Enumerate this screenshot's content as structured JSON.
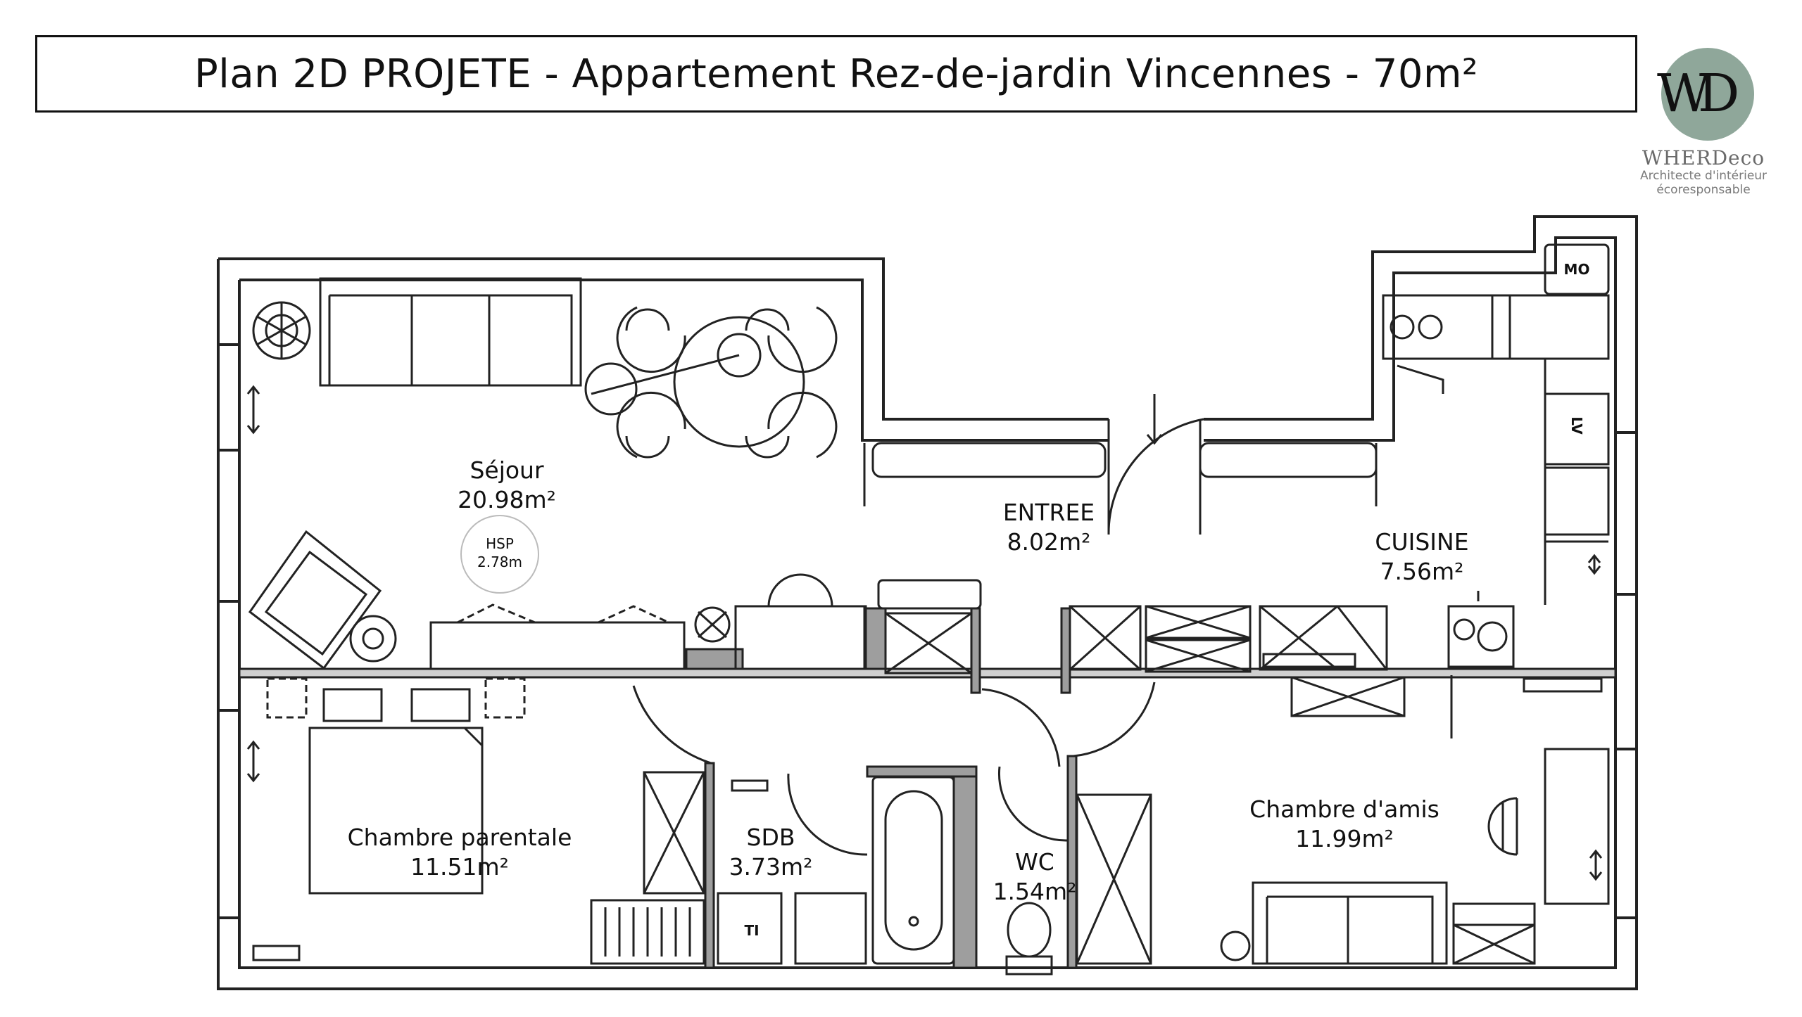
{
  "title": "Plan 2D PROJETE - Appartement Rez-de-jardin Vincennes - 70m²",
  "logo": {
    "brand": "WHERDeco",
    "tagline_line1": "Architecte d'intérieur",
    "tagline_line2": "écoresponsable",
    "circle_color": "#8fa79a"
  },
  "rooms": {
    "sejour": {
      "name": "Séjour",
      "area": "20.98m²"
    },
    "entree": {
      "name": "ENTREE",
      "area": "8.02m²"
    },
    "cuisine": {
      "name": "CUISINE",
      "area": "7.56m²"
    },
    "chambre_parentale": {
      "name": "Chambre parentale",
      "area": "11.51m²"
    },
    "sdb": {
      "name": "SDB",
      "area": "3.73m²"
    },
    "wc": {
      "name": "WC",
      "area": "1.54m²"
    },
    "chambre_amis": {
      "name": "Chambre d'amis",
      "area": "11.99m²"
    }
  },
  "annotations": {
    "hsp_label": "HSP",
    "hsp_value": "2.78m",
    "microwave": "MO",
    "dishwasher": "LV",
    "fridge": "TI"
  },
  "colors": {
    "wall": "#111111",
    "partition_fill": "#9e9e9e",
    "line": "#222222"
  }
}
